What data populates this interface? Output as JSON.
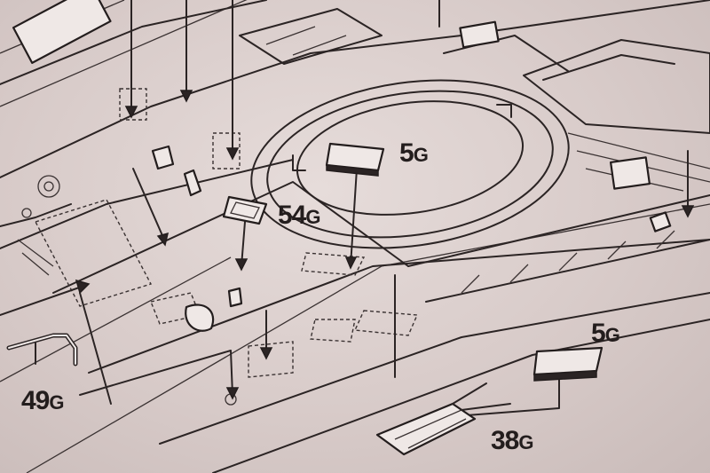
{
  "labels": {
    "part_5g_top": {
      "num": "5",
      "suffix": "G"
    },
    "part_54g": {
      "num": "54",
      "suffix": "G"
    },
    "part_5g_right": {
      "num": "5",
      "suffix": "G"
    },
    "part_49g": {
      "num": "49",
      "suffix": "G"
    },
    "part_38g": {
      "num": "38",
      "suffix": "G"
    }
  },
  "colors": {
    "paper": "#e2d8d6",
    "ink": "#231d1d"
  }
}
